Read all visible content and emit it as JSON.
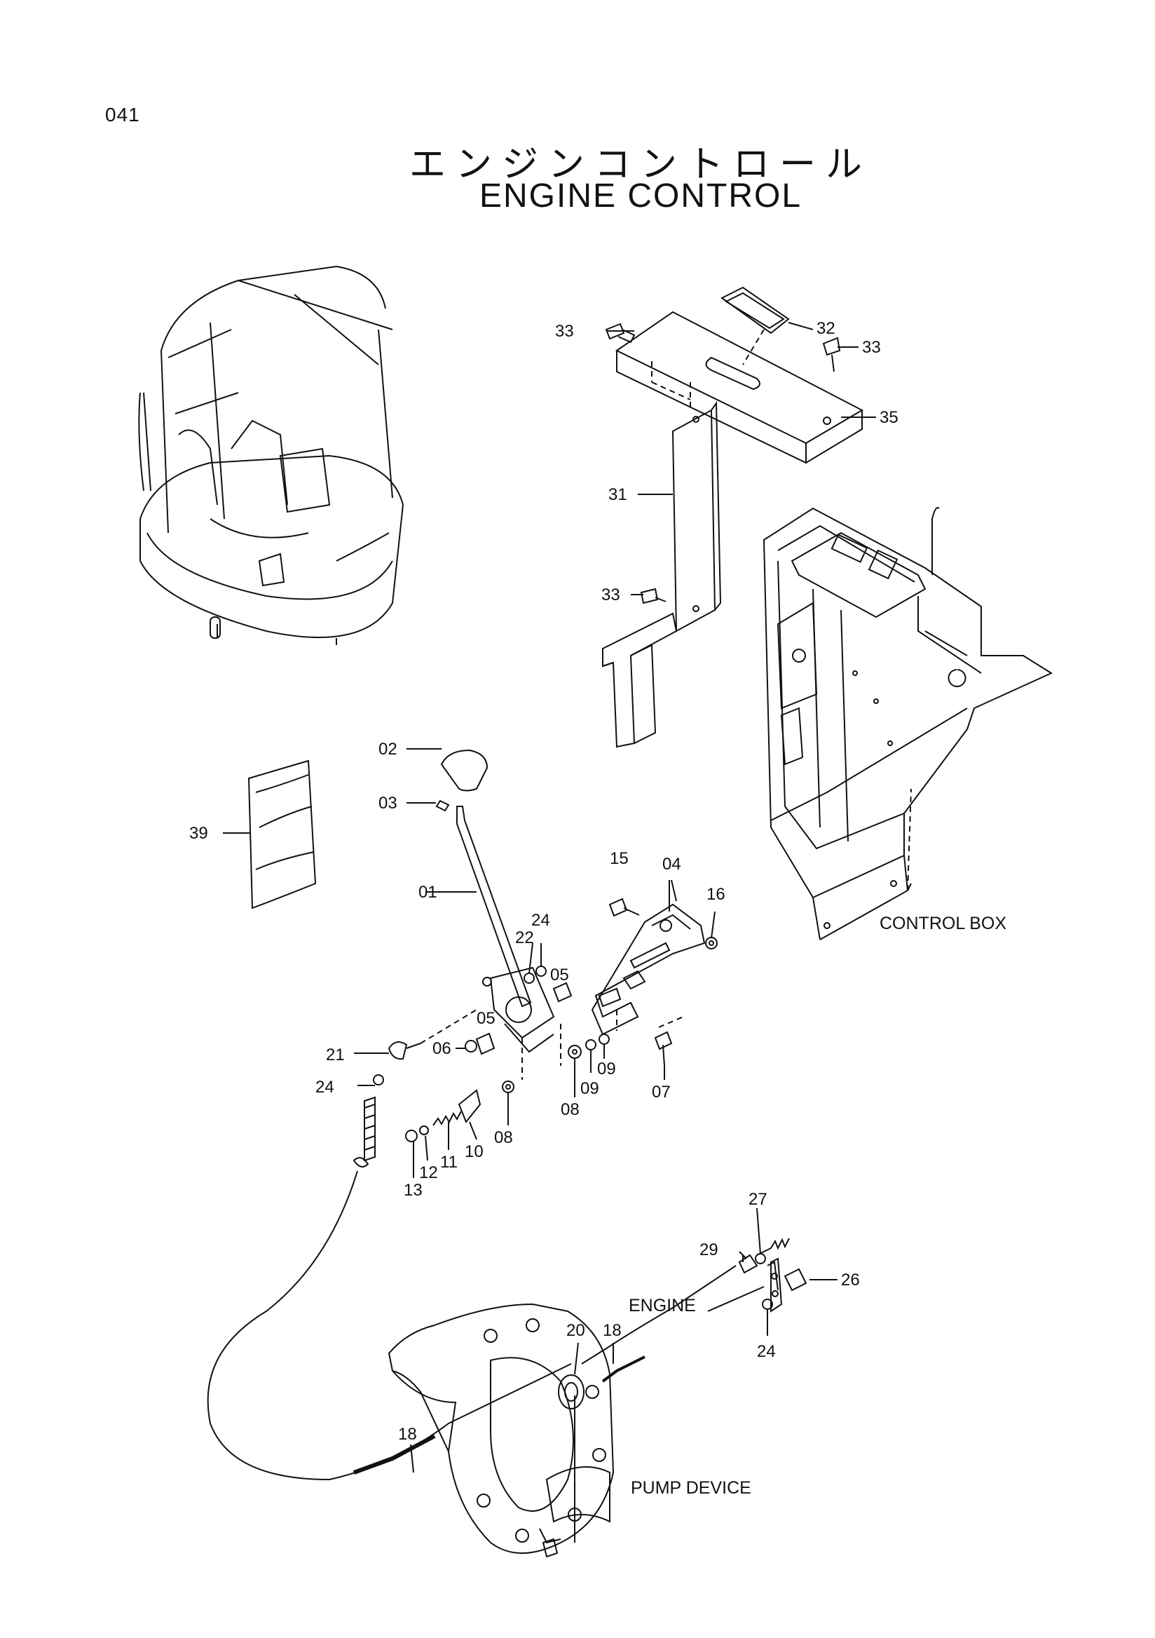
{
  "page": {
    "number": "041",
    "title_jp": "エンジンコントロール",
    "title_en": "ENGINE CONTROL"
  },
  "components": {
    "control_box": "CONTROL BOX",
    "engine": "ENGINE",
    "pump_device": "PUMP DEVICE"
  },
  "callouts": {
    "c01": "01",
    "c02": "02",
    "c03": "03",
    "c04": "04",
    "c05a": "05",
    "c05b": "05",
    "c06": "06",
    "c07": "07",
    "c08a": "08",
    "c08b": "08",
    "c09a": "09",
    "c09b": "09",
    "c10": "10",
    "c11": "11",
    "c12": "12",
    "c13": "13",
    "c15": "15",
    "c16": "16",
    "c18a": "18",
    "c18b": "18",
    "c20": "20",
    "c21": "21",
    "c22": "22",
    "c24a": "24",
    "c24b": "24",
    "c24c": "24",
    "c26": "26",
    "c27": "27",
    "c29": "29",
    "c31": "31",
    "c32": "32",
    "c33a": "33",
    "c33b": "33",
    "c33c": "33",
    "c35": "35",
    "c39": "39"
  }
}
